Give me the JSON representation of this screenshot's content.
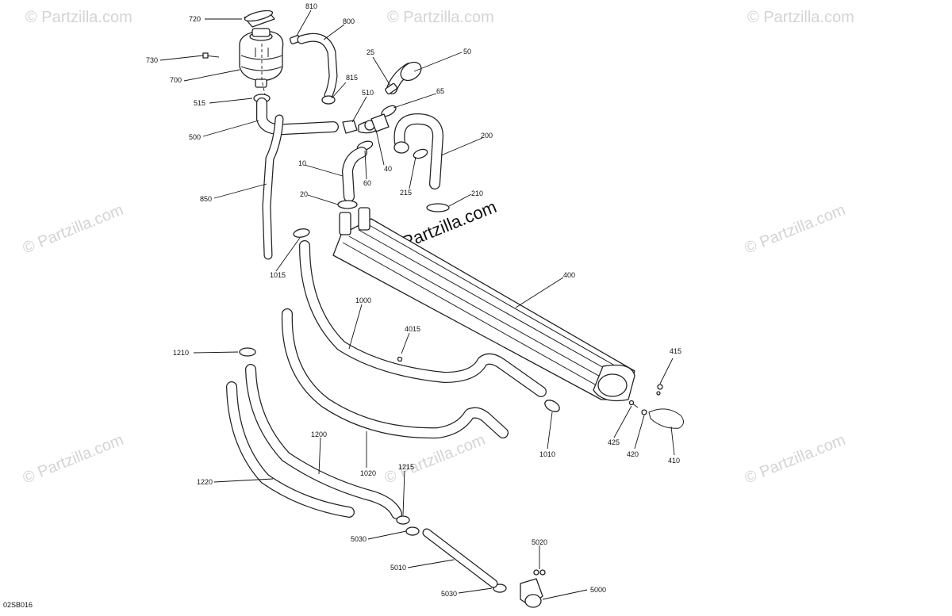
{
  "diagram_code": "02SB016",
  "watermark_text": "© Partzilla.com",
  "center_watermark_text": "© Partzilla.com",
  "callouts": {
    "c720": "720",
    "c810": "810",
    "c800": "800",
    "c730": "730",
    "c700": "700",
    "c515": "515",
    "c500": "500",
    "c850": "850",
    "c1015": "1015",
    "c25": "25",
    "c50": "50",
    "c815": "815",
    "c510": "510",
    "c65": "65",
    "c40": "40",
    "c60": "60",
    "c10": "10",
    "c20": "20",
    "c200": "200",
    "c215": "215",
    "c210": "210",
    "c400": "400",
    "c1000": "1000",
    "c4015": "4015",
    "c1210": "1210",
    "c415": "415",
    "c425": "425",
    "c420": "420",
    "c410": "410",
    "c1010": "1010",
    "c1200": "1200",
    "c1020": "1020",
    "c1220": "1220",
    "c1215": "1215",
    "c5030a": "5030",
    "c5010": "5010",
    "c5020": "5020",
    "c5030b": "5030",
    "c5000": "5000"
  }
}
